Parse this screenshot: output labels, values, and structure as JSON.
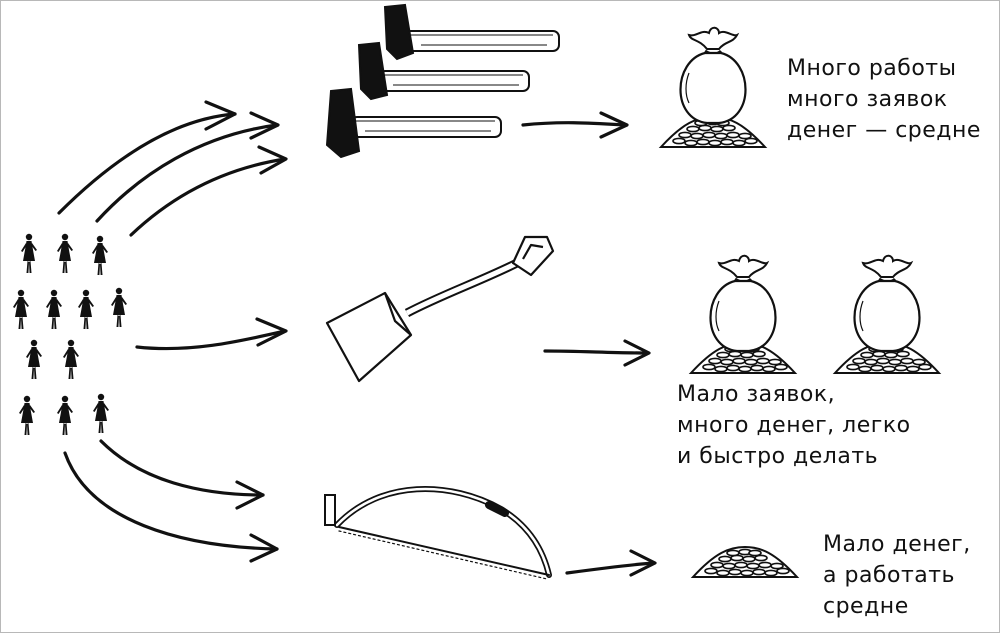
{
  "captions": {
    "top": {
      "line1": "Много работы",
      "line2": "много заявок",
      "line3": "денег — средне"
    },
    "middle": {
      "line1": "Мало заявок,",
      "line2": "много денег, легко",
      "line3": "и быстро делать"
    },
    "bottom": {
      "line1": "Мало денег,",
      "line2": "а работать",
      "line3": "средне"
    }
  },
  "illustrations": {
    "people": "people-silhouettes-icon",
    "top_tool": "hammers-icon",
    "middle_tool": "shovel-icon",
    "bottom_tool": "hacksaw-icon",
    "money": "money-bag-icon",
    "coins": "coin-pile-icon"
  },
  "colors": {
    "ink": "#111111",
    "paper": "#ffffff"
  }
}
